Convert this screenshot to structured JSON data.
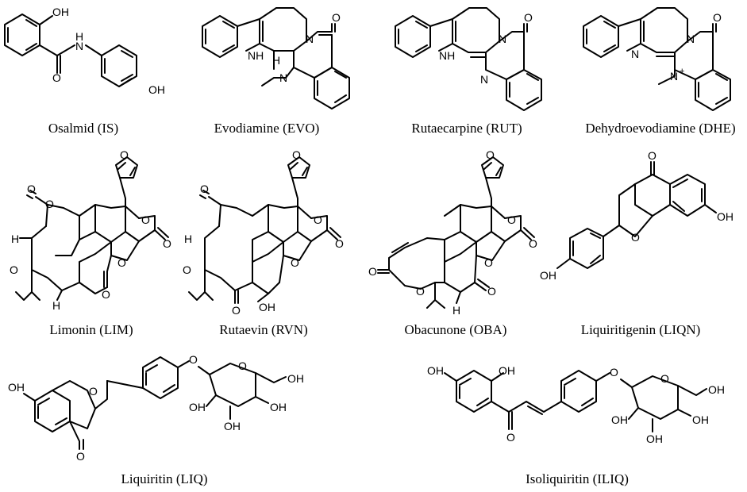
{
  "compounds": [
    {
      "name": "Osalmid (IS)"
    },
    {
      "name": "Evodiamine (EVO)"
    },
    {
      "name": "Rutaecarpine (RUT)"
    },
    {
      "name": "Dehydroevodiamine (DHE)"
    },
    {
      "name": "Limonin (LIM)"
    },
    {
      "name": "Rutaevin (RVN)"
    },
    {
      "name": "Obacunone (OBA)"
    },
    {
      "name": "Liquiritigenin (LIQN)"
    },
    {
      "name": "Liquiritin (LIQ)"
    },
    {
      "name": "Isoliquiritin (ILIQ)"
    }
  ],
  "atom_labels": {
    "oh": "OH",
    "h": "H",
    "n": "N",
    "nh": "NH",
    "o": "O",
    "nplus": "N",
    "plus": "+"
  }
}
